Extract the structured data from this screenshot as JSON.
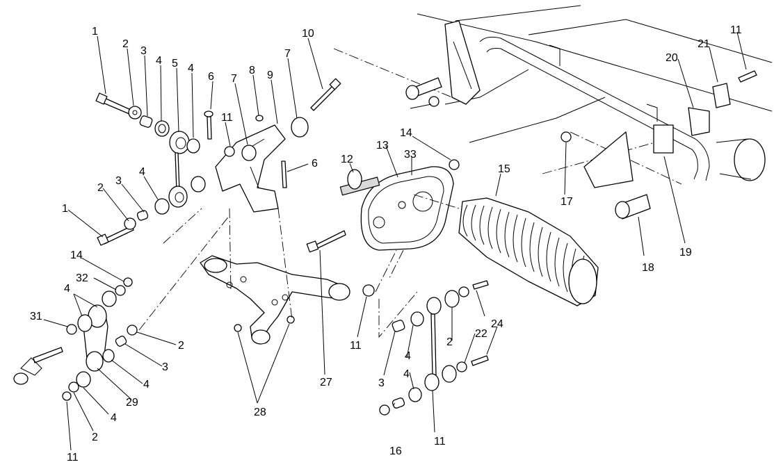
{
  "callouts": [
    "1",
    "2",
    "3",
    "4",
    "5",
    "4",
    "6",
    "11",
    "7",
    "8",
    "9",
    "7",
    "10",
    "6",
    "2",
    "3",
    "4",
    "1",
    "14",
    "32",
    "4",
    "31",
    "2",
    "3",
    "4",
    "29",
    "4",
    "2",
    "11",
    "28",
    "27",
    "12",
    "13",
    "33",
    "14",
    "15",
    "11",
    "3",
    "4",
    "4",
    "2",
    "22",
    "24",
    "11",
    "16",
    "17",
    "18",
    "19",
    "20",
    "21",
    "11"
  ]
}
